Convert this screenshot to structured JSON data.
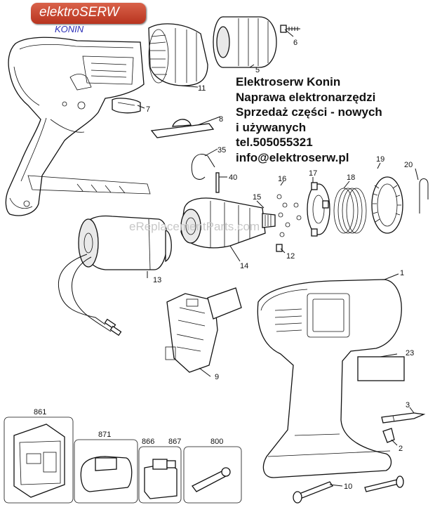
{
  "logo": {
    "brand": "elektroSERW",
    "city": "KONIN"
  },
  "info": {
    "line1": "Elektroserw Konin",
    "line2": "Naprawa elektronarzędzi",
    "line3": "Sprzedaż części - nowych",
    "line4": "i używanych",
    "line5": "tel.505055321",
    "line6": "info@elektroserw.pl"
  },
  "watermark": "eReplacementParts.com",
  "part_numbers": {
    "p1": "1",
    "p2": "2",
    "p3": "3",
    "p5": "5",
    "p6": "6",
    "p7": "7",
    "p8": "8",
    "p9": "9",
    "p10": "10",
    "p11": "11",
    "p12": "12",
    "p13": "13",
    "p14": "14",
    "p15": "15",
    "p16": "16",
    "p17": "17",
    "p18": "18",
    "p19": "19",
    "p20": "20",
    "p23": "23",
    "p35": "35",
    "p40": "40",
    "p861": "861",
    "p871": "871",
    "p866": "866",
    "p867": "867",
    "p800": "800"
  }
}
